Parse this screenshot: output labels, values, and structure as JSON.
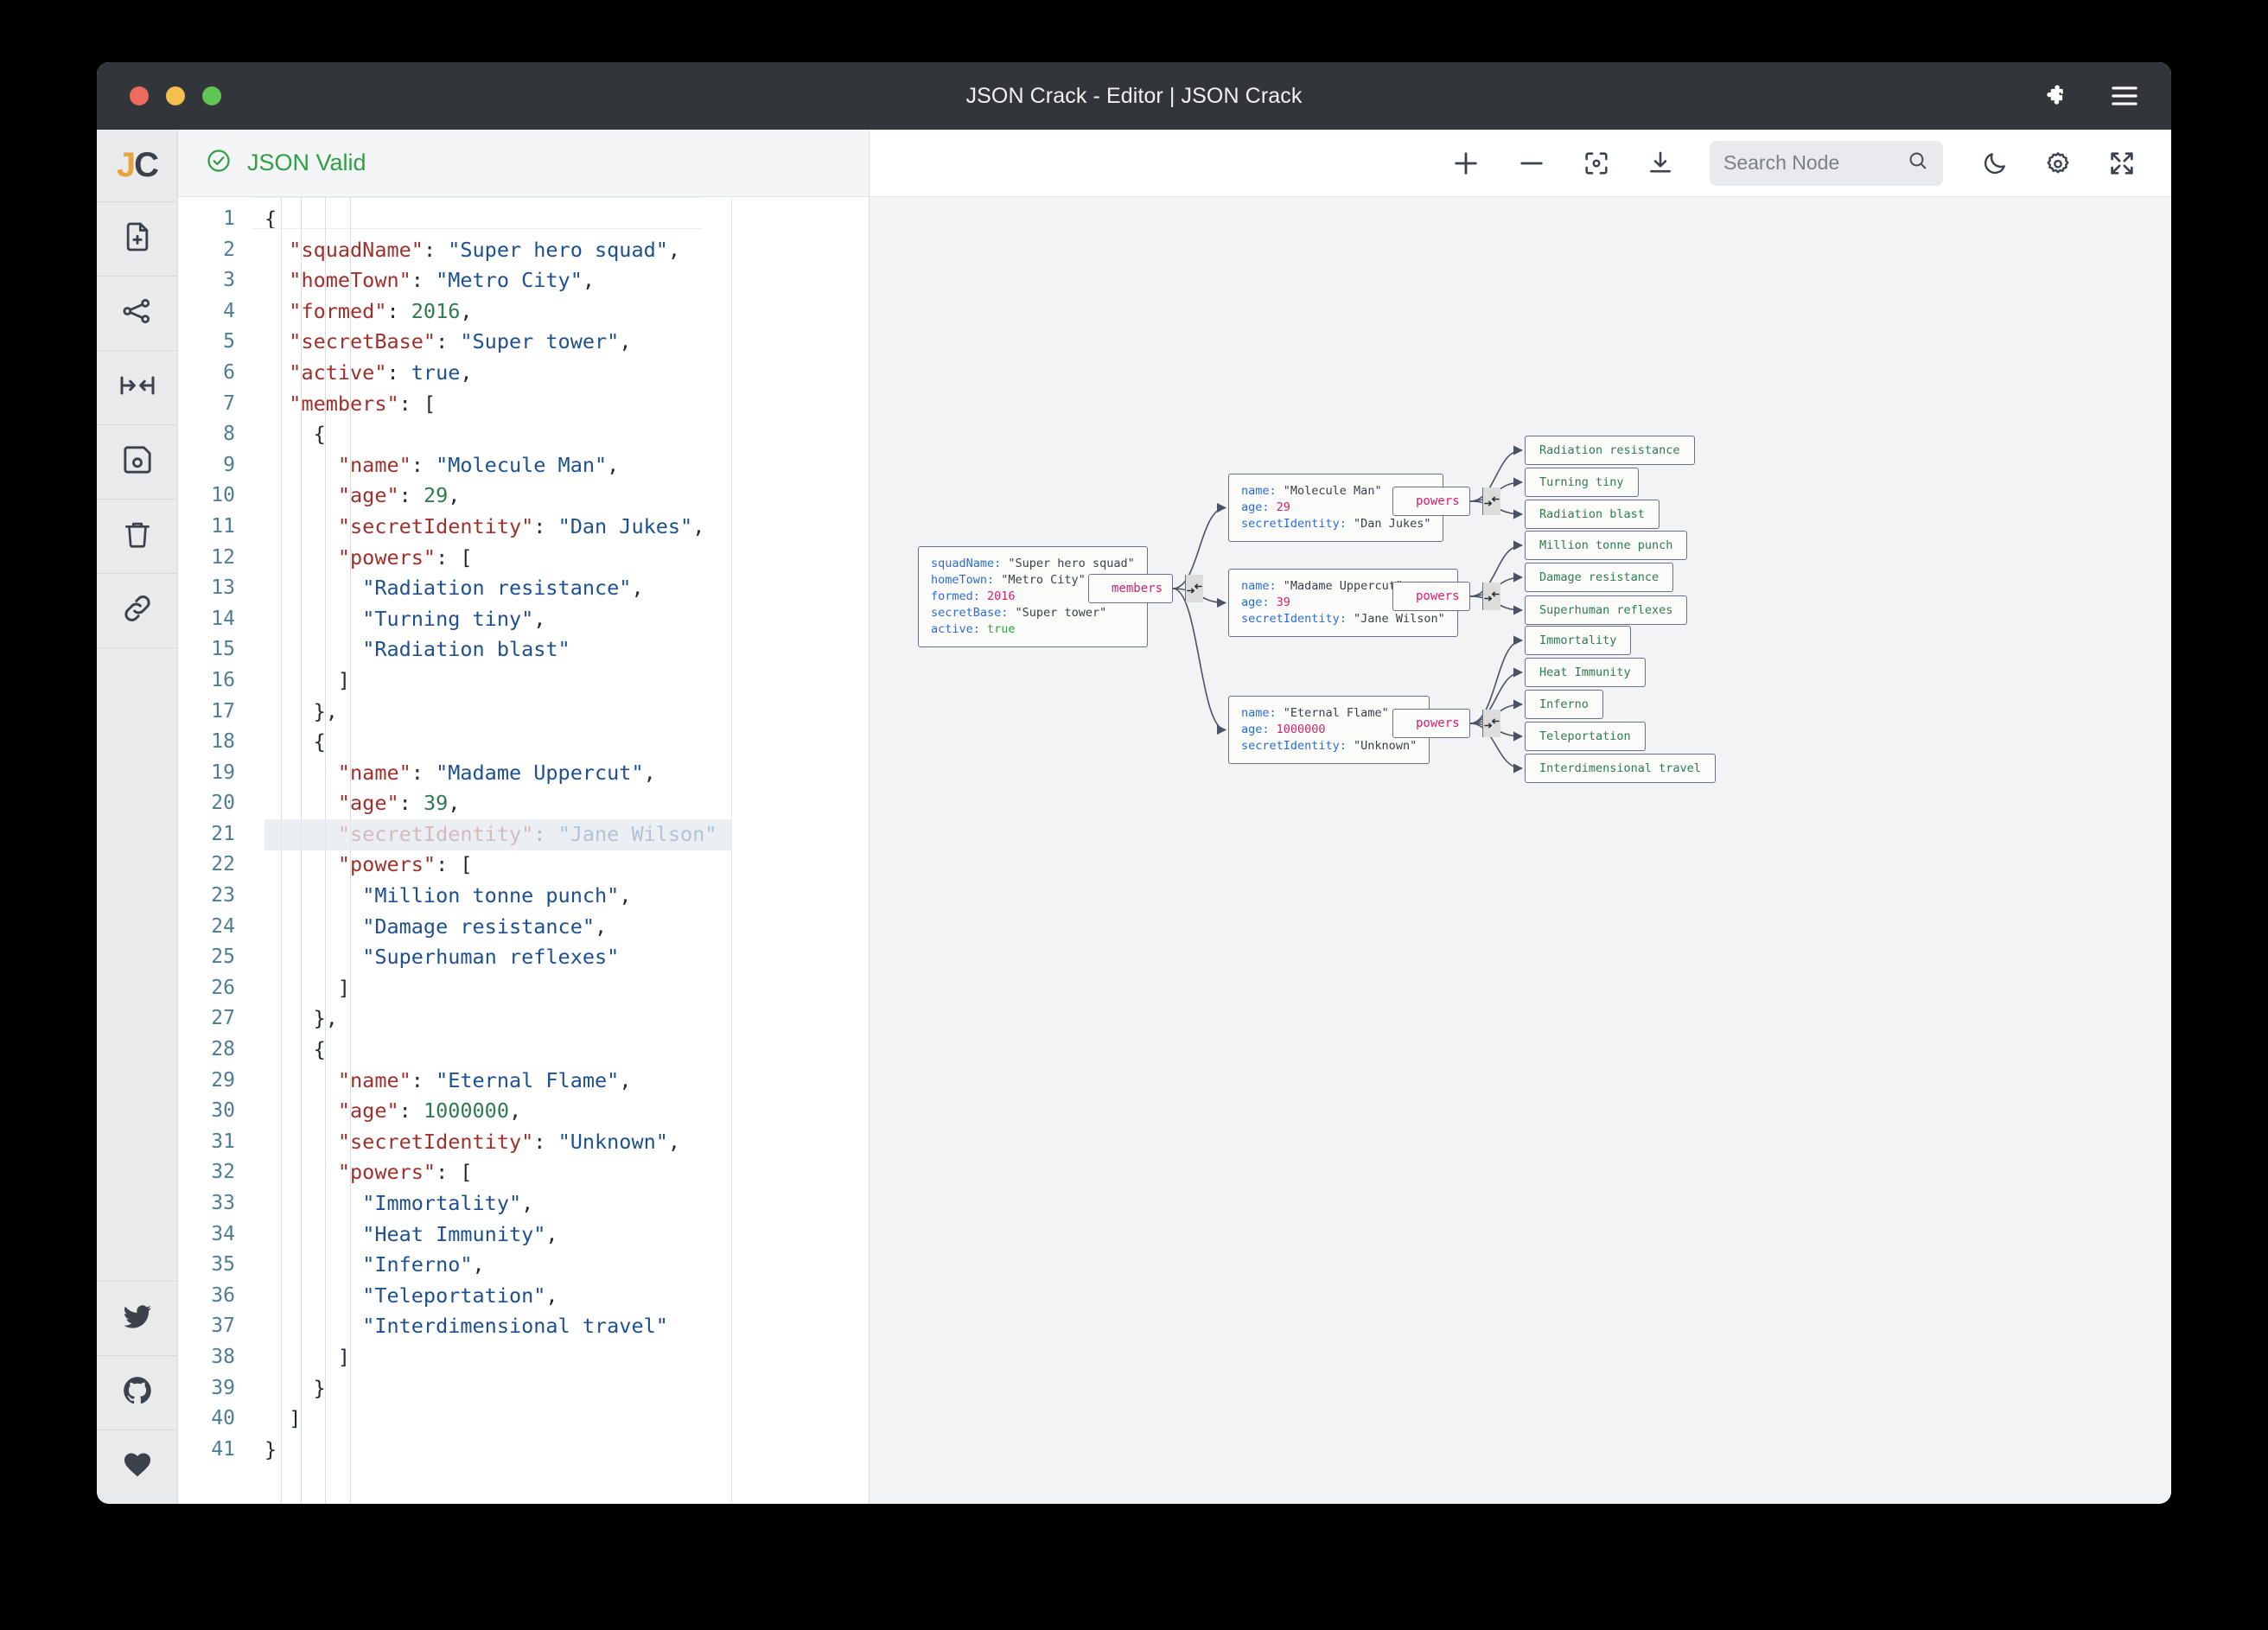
{
  "window": {
    "title": "JSON Crack - Editor | JSON Crack",
    "extensions_icon": "puzzle-piece-icon",
    "menu_icon": "hamburger-menu-icon"
  },
  "sidebar": {
    "logo": {
      "j": "J",
      "c": "C"
    },
    "items": [
      {
        "name": "new-file",
        "icon": "file-plus-icon"
      },
      {
        "name": "share-graph",
        "icon": "share-nodes-icon"
      },
      {
        "name": "collapse-expand",
        "icon": "collapse-arrows-icon"
      },
      {
        "name": "save-file",
        "icon": "floppy-disk-icon"
      },
      {
        "name": "delete-file",
        "icon": "trash-icon"
      },
      {
        "name": "copy-link",
        "icon": "link-icon"
      }
    ],
    "social": [
      {
        "name": "twitter",
        "icon": "twitter-bird-icon"
      },
      {
        "name": "github",
        "icon": "github-cat-icon"
      },
      {
        "name": "sponsor",
        "icon": "heart-icon"
      }
    ]
  },
  "editor": {
    "validity_label": "JSON Valid",
    "validity_icon": "check-circle-icon",
    "validity_color": "#2f9e44",
    "lines": [
      {
        "n": 1,
        "tokens": [
          {
            "t": "{",
            "c": "punc"
          }
        ]
      },
      {
        "n": 2,
        "indent": 1,
        "tokens": [
          {
            "t": "\"squadName\"",
            "c": "key"
          },
          {
            "t": ": ",
            "c": "punc"
          },
          {
            "t": "\"Super hero squad\"",
            "c": "str"
          },
          {
            "t": ",",
            "c": "punc"
          }
        ]
      },
      {
        "n": 3,
        "indent": 1,
        "tokens": [
          {
            "t": "\"homeTown\"",
            "c": "key"
          },
          {
            "t": ": ",
            "c": "punc"
          },
          {
            "t": "\"Metro City\"",
            "c": "str"
          },
          {
            "t": ",",
            "c": "punc"
          }
        ]
      },
      {
        "n": 4,
        "indent": 1,
        "tokens": [
          {
            "t": "\"formed\"",
            "c": "key"
          },
          {
            "t": ": ",
            "c": "punc"
          },
          {
            "t": "2016",
            "c": "num"
          },
          {
            "t": ",",
            "c": "punc"
          }
        ]
      },
      {
        "n": 5,
        "indent": 1,
        "tokens": [
          {
            "t": "\"secretBase\"",
            "c": "key"
          },
          {
            "t": ": ",
            "c": "punc"
          },
          {
            "t": "\"Super tower\"",
            "c": "str"
          },
          {
            "t": ",",
            "c": "punc"
          }
        ]
      },
      {
        "n": 6,
        "indent": 1,
        "tokens": [
          {
            "t": "\"active\"",
            "c": "key"
          },
          {
            "t": ": ",
            "c": "punc"
          },
          {
            "t": "true",
            "c": "bool"
          },
          {
            "t": ",",
            "c": "punc"
          }
        ]
      },
      {
        "n": 7,
        "indent": 1,
        "tokens": [
          {
            "t": "\"members\"",
            "c": "key"
          },
          {
            "t": ": ",
            "c": "punc"
          },
          {
            "t": "[",
            "c": "punc"
          }
        ]
      },
      {
        "n": 8,
        "indent": 2,
        "tokens": [
          {
            "t": "{",
            "c": "punc"
          }
        ]
      },
      {
        "n": 9,
        "indent": 3,
        "tokens": [
          {
            "t": "\"name\"",
            "c": "key"
          },
          {
            "t": ": ",
            "c": "punc"
          },
          {
            "t": "\"Molecule Man\"",
            "c": "str"
          },
          {
            "t": ",",
            "c": "punc"
          }
        ]
      },
      {
        "n": 10,
        "indent": 3,
        "tokens": [
          {
            "t": "\"age\"",
            "c": "key"
          },
          {
            "t": ": ",
            "c": "punc"
          },
          {
            "t": "29",
            "c": "num"
          },
          {
            "t": ",",
            "c": "punc"
          }
        ]
      },
      {
        "n": 11,
        "indent": 3,
        "tokens": [
          {
            "t": "\"secretIdentity\"",
            "c": "key"
          },
          {
            "t": ": ",
            "c": "punc"
          },
          {
            "t": "\"Dan Jukes\"",
            "c": "str"
          },
          {
            "t": ",",
            "c": "punc"
          }
        ]
      },
      {
        "n": 12,
        "indent": 3,
        "tokens": [
          {
            "t": "\"powers\"",
            "c": "key"
          },
          {
            "t": ": ",
            "c": "punc"
          },
          {
            "t": "[",
            "c": "punc"
          }
        ]
      },
      {
        "n": 13,
        "indent": 4,
        "tokens": [
          {
            "t": "\"Radiation resistance\"",
            "c": "str"
          },
          {
            "t": ",",
            "c": "punc"
          }
        ]
      },
      {
        "n": 14,
        "indent": 4,
        "tokens": [
          {
            "t": "\"Turning tiny\"",
            "c": "str"
          },
          {
            "t": ",",
            "c": "punc"
          }
        ]
      },
      {
        "n": 15,
        "indent": 4,
        "tokens": [
          {
            "t": "\"Radiation blast\"",
            "c": "str"
          }
        ]
      },
      {
        "n": 16,
        "indent": 3,
        "tokens": [
          {
            "t": "]",
            "c": "punc"
          }
        ]
      },
      {
        "n": 17,
        "indent": 2,
        "tokens": [
          {
            "t": "},",
            "c": "punc"
          }
        ]
      },
      {
        "n": 18,
        "indent": 2,
        "tokens": [
          {
            "t": "{",
            "c": "punc"
          }
        ]
      },
      {
        "n": 19,
        "indent": 3,
        "tokens": [
          {
            "t": "\"name\"",
            "c": "key"
          },
          {
            "t": ": ",
            "c": "punc"
          },
          {
            "t": "\"Madame Uppercut\"",
            "c": "str"
          },
          {
            "t": ",",
            "c": "punc"
          }
        ]
      },
      {
        "n": 20,
        "indent": 3,
        "tokens": [
          {
            "t": "\"age\"",
            "c": "key"
          },
          {
            "t": ": ",
            "c": "punc"
          },
          {
            "t": "39",
            "c": "num"
          },
          {
            "t": ",",
            "c": "punc"
          }
        ]
      },
      {
        "n": 21,
        "indent": 3,
        "tokens": [
          {
            "t": "\"secretIdentity\"",
            "c": "key"
          },
          {
            "t": ": ",
            "c": "punc"
          },
          {
            "t": "\"Jane Wilson\"",
            "c": "str"
          }
        ]
      },
      {
        "n": 22,
        "indent": 3,
        "tokens": [
          {
            "t": "\"powers\"",
            "c": "key"
          },
          {
            "t": ": ",
            "c": "punc"
          },
          {
            "t": "[",
            "c": "punc"
          }
        ]
      },
      {
        "n": 23,
        "indent": 4,
        "tokens": [
          {
            "t": "\"Million tonne punch\"",
            "c": "str"
          },
          {
            "t": ",",
            "c": "punc"
          }
        ]
      },
      {
        "n": 24,
        "indent": 4,
        "tokens": [
          {
            "t": "\"Damage resistance\"",
            "c": "str"
          },
          {
            "t": ",",
            "c": "punc"
          }
        ]
      },
      {
        "n": 25,
        "indent": 4,
        "tokens": [
          {
            "t": "\"Superhuman reflexes\"",
            "c": "str"
          }
        ]
      },
      {
        "n": 26,
        "indent": 3,
        "tokens": [
          {
            "t": "]",
            "c": "punc"
          }
        ]
      },
      {
        "n": 27,
        "indent": 2,
        "tokens": [
          {
            "t": "},",
            "c": "punc"
          }
        ]
      },
      {
        "n": 28,
        "indent": 2,
        "tokens": [
          {
            "t": "{",
            "c": "punc"
          }
        ]
      },
      {
        "n": 29,
        "indent": 3,
        "tokens": [
          {
            "t": "\"name\"",
            "c": "key"
          },
          {
            "t": ": ",
            "c": "punc"
          },
          {
            "t": "\"Eternal Flame\"",
            "c": "str"
          },
          {
            "t": ",",
            "c": "punc"
          }
        ]
      },
      {
        "n": 30,
        "indent": 3,
        "tokens": [
          {
            "t": "\"age\"",
            "c": "key"
          },
          {
            "t": ": ",
            "c": "punc"
          },
          {
            "t": "1000000",
            "c": "num"
          },
          {
            "t": ",",
            "c": "punc"
          }
        ]
      },
      {
        "n": 31,
        "indent": 3,
        "tokens": [
          {
            "t": "\"secretIdentity\"",
            "c": "key"
          },
          {
            "t": ": ",
            "c": "punc"
          },
          {
            "t": "\"Unknown\"",
            "c": "str"
          },
          {
            "t": ",",
            "c": "punc"
          }
        ]
      },
      {
        "n": 32,
        "indent": 3,
        "tokens": [
          {
            "t": "\"powers\"",
            "c": "key"
          },
          {
            "t": ": ",
            "c": "punc"
          },
          {
            "t": "[",
            "c": "punc"
          }
        ]
      },
      {
        "n": 33,
        "indent": 4,
        "tokens": [
          {
            "t": "\"Immortality\"",
            "c": "str"
          },
          {
            "t": ",",
            "c": "punc"
          }
        ]
      },
      {
        "n": 34,
        "indent": 4,
        "tokens": [
          {
            "t": "\"Heat Immunity\"",
            "c": "str"
          },
          {
            "t": ",",
            "c": "punc"
          }
        ]
      },
      {
        "n": 35,
        "indent": 4,
        "tokens": [
          {
            "t": "\"Inferno\"",
            "c": "str"
          },
          {
            "t": ",",
            "c": "punc"
          }
        ]
      },
      {
        "n": 36,
        "indent": 4,
        "tokens": [
          {
            "t": "\"Teleportation\"",
            "c": "str"
          },
          {
            "t": ",",
            "c": "punc"
          }
        ]
      },
      {
        "n": 37,
        "indent": 4,
        "tokens": [
          {
            "t": "\"Interdimensional travel\"",
            "c": "str"
          }
        ]
      },
      {
        "n": 38,
        "indent": 3,
        "tokens": [
          {
            "t": "]",
            "c": "punc"
          }
        ]
      },
      {
        "n": 39,
        "indent": 2,
        "tokens": [
          {
            "t": "}",
            "c": "punc"
          }
        ]
      },
      {
        "n": 40,
        "indent": 1,
        "tokens": [
          {
            "t": "]",
            "c": "punc"
          }
        ]
      },
      {
        "n": 41,
        "tokens": [
          {
            "t": "}",
            "c": "punc"
          }
        ]
      }
    ]
  },
  "toolbar": {
    "zoom_in": "zoom-in-icon",
    "zoom_out": "zoom-out-icon",
    "center": "center-view-icon",
    "download": "download-icon",
    "search_placeholder": "Search Node",
    "search_value": "",
    "search_icon": "search-icon",
    "theme_toggle": "moon-icon",
    "settings": "gear-icon",
    "fullscreen": "expand-icon"
  },
  "graph": {
    "root_node": {
      "rows": [
        {
          "key": "squadName",
          "value": "\"Super hero squad\"",
          "type": "str"
        },
        {
          "key": "homeTown",
          "value": "\"Metro City\"",
          "type": "str"
        },
        {
          "key": "formed",
          "value": "2016",
          "type": "num"
        },
        {
          "key": "secretBase",
          "value": "\"Super tower\"",
          "type": "str"
        },
        {
          "key": "active",
          "value": "true",
          "type": "bool"
        }
      ]
    },
    "members_label": "members",
    "powers_label": "powers",
    "members": [
      {
        "rows": [
          {
            "key": "name",
            "value": "\"Molecule Man\"",
            "type": "str"
          },
          {
            "key": "age",
            "value": "29",
            "type": "num"
          },
          {
            "key": "secretIdentity",
            "value": "\"Dan Jukes\"",
            "type": "str"
          }
        ],
        "powers": [
          "Radiation resistance",
          "Turning tiny",
          "Radiation blast"
        ]
      },
      {
        "rows": [
          {
            "key": "name",
            "value": "\"Madame Uppercut\"",
            "type": "str"
          },
          {
            "key": "age",
            "value": "39",
            "type": "num"
          },
          {
            "key": "secretIdentity",
            "value": "\"Jane Wilson\"",
            "type": "str"
          }
        ],
        "powers": [
          "Million tonne punch",
          "Damage resistance",
          "Superhuman reflexes"
        ]
      },
      {
        "rows": [
          {
            "key": "name",
            "value": "\"Eternal Flame\"",
            "type": "str"
          },
          {
            "key": "age",
            "value": "1000000",
            "type": "num"
          },
          {
            "key": "secretIdentity",
            "value": "\"Unknown\"",
            "type": "str"
          }
        ],
        "powers": [
          "Immortality",
          "Heat Immunity",
          "Inferno",
          "Teleportation",
          "Interdimensional travel"
        ]
      }
    ]
  },
  "colors": {
    "titlebar": "#323539",
    "canvas": "#f2f3f5",
    "valid_green": "#2f9e44",
    "key_blue": "#2b6cd4",
    "num_pink": "#d6206a",
    "leaf_green": "#2f7a4f",
    "node_border": "#6a6f85"
  }
}
